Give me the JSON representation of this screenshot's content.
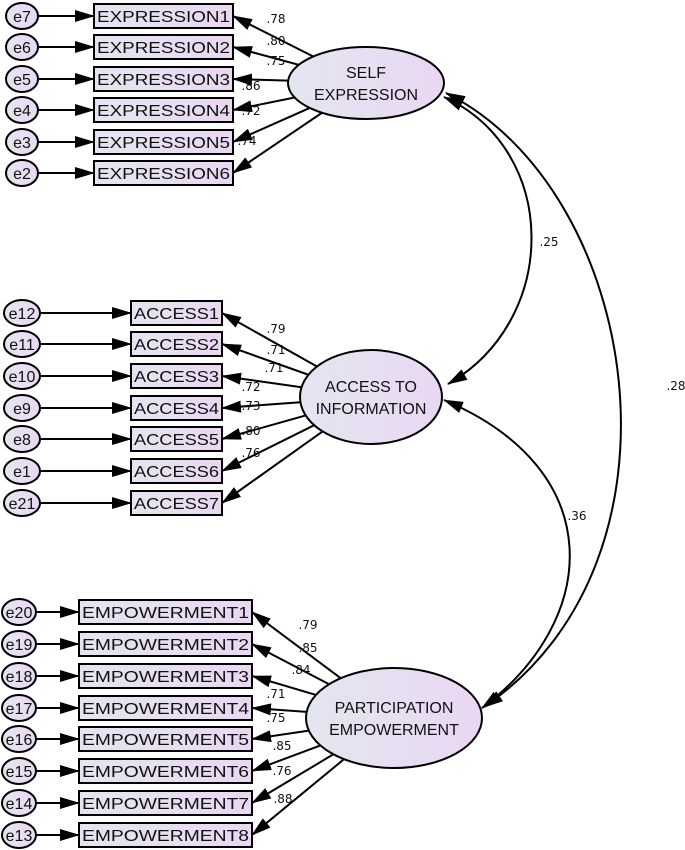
{
  "diagram": {
    "title": "Measurement model (standardized estimates)",
    "colors": {
      "fill_left": "#e3e6f0",
      "fill_right": "#ead7f2",
      "stroke": "#000000"
    },
    "latents": [
      {
        "id": "self_expression",
        "label_lines": [
          "SELF",
          "EXPRESSION"
        ],
        "indicators": [
          {
            "label": "EXPRESSION1",
            "error": "e7",
            "loading": ".78"
          },
          {
            "label": "EXPRESSION2",
            "error": "e6",
            "loading": ".80"
          },
          {
            "label": "EXPRESSION3",
            "error": "e5",
            "loading": ".75"
          },
          {
            "label": "EXPRESSION4",
            "error": "e4",
            "loading": ".86"
          },
          {
            "label": "EXPRESSION5",
            "error": "e3",
            "loading": ".72"
          },
          {
            "label": "EXPRESSION6",
            "error": "e2",
            "loading": ".74"
          }
        ]
      },
      {
        "id": "access_to_information",
        "label_lines": [
          "ACCESS TO",
          "INFORMATION"
        ],
        "indicators": [
          {
            "label": "ACCESS1",
            "error": "e12",
            "loading": ".79"
          },
          {
            "label": "ACCESS2",
            "error": "e11",
            "loading": ".71"
          },
          {
            "label": "ACCESS3",
            "error": "e10",
            "loading": ".71"
          },
          {
            "label": "ACCESS4",
            "error": "e9",
            "loading": ".72"
          },
          {
            "label": "ACCESS5",
            "error": "e8",
            "loading": ".73"
          },
          {
            "label": "ACCESS6",
            "error": "e1",
            "loading": ".80"
          },
          {
            "label": "ACCESS7",
            "error": "e21",
            "loading": ".76"
          }
        ]
      },
      {
        "id": "participation_empowerment",
        "label_lines": [
          "PARTICIPATION",
          "EMPOWERMENT"
        ],
        "indicators": [
          {
            "label": "EMPOWERMENT1",
            "error": "e20",
            "loading": ".79"
          },
          {
            "label": "EMPOWERMENT2",
            "error": "e19",
            "loading": ".85"
          },
          {
            "label": "EMPOWERMENT3",
            "error": "e18",
            "loading": ".84"
          },
          {
            "label": "EMPOWERMENT4",
            "error": "e17",
            "loading": ".71"
          },
          {
            "label": "EMPOWERMENT5",
            "error": "e16",
            "loading": ".75"
          },
          {
            "label": "EMPOWERMENT6",
            "error": "e15",
            "loading": ".85"
          },
          {
            "label": "EMPOWERMENT7",
            "error": "e14",
            "loading": ".76"
          },
          {
            "label": "EMPOWERMENT8",
            "error": "e13",
            "loading": ".88"
          }
        ]
      }
    ],
    "covariances": [
      {
        "from": "self_expression",
        "to": "access_to_information",
        "value": ".25"
      },
      {
        "from": "self_expression",
        "to": "participation_empowerment",
        "value": ".28"
      },
      {
        "from": "access_to_information",
        "to": "participation_empowerment",
        "value": ".36"
      }
    ]
  }
}
